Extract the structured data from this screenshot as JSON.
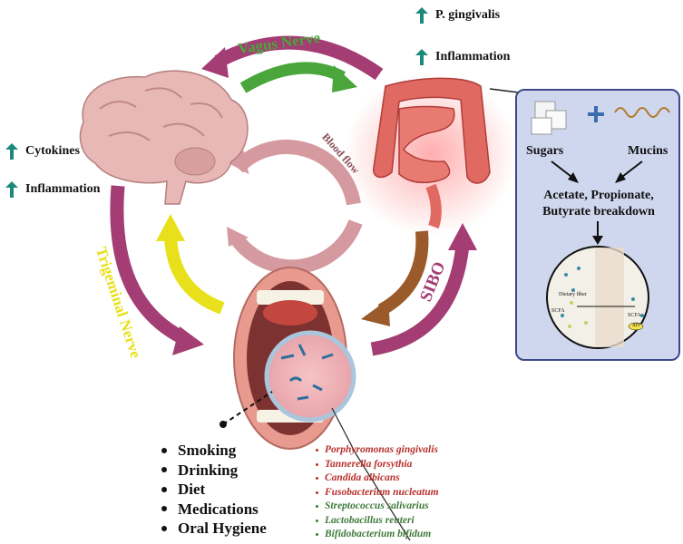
{
  "labels": {
    "vagus_nerve": "Vagus Nerve",
    "blood_flow": "Blood flow",
    "trigeminal_nerve": "Trigeminal Nerve",
    "sibo": "SIBO"
  },
  "gut_effects": [
    {
      "text": "P. gingivalis"
    },
    {
      "text": "Inflammation"
    }
  ],
  "brain_effects": [
    {
      "text": "Cytokines"
    },
    {
      "text": "Inflammation"
    }
  ],
  "panel": {
    "sugars": "Sugars",
    "mucins": "Mucins",
    "breakdown_line1": "Acetate, Propionate,",
    "breakdown_line2": "Butyrate breakdown",
    "inset_dietary_fiber": "Dietary fiber",
    "inset_scfa_left": "SCFA",
    "inset_scfa_right": "SCFA",
    "inset_atp": "ATP"
  },
  "risk_factors": [
    "Smoking",
    "Drinking",
    "Diet",
    "Medications",
    "Oral Hygiene"
  ],
  "microbes": [
    {
      "name": "Porphyromonas gingivalis",
      "color": "#b8312f"
    },
    {
      "name": "Tannerella forsythia",
      "color": "#b8312f"
    },
    {
      "name": "Candida albicans",
      "color": "#b8312f"
    },
    {
      "name": "Fusobacterium nucleatum",
      "color": "#b8312f"
    },
    {
      "name": "Streptococcus salivarius",
      "color": "#3f7a3a"
    },
    {
      "name": "Lactobacillus reuteri",
      "color": "#3f7a3a"
    },
    {
      "name": "Bifidobacterium bifidum",
      "color": "#3f7a3a"
    }
  ],
  "colors": {
    "vagus_arrow": "#4aa63b",
    "outer_arrow": "#a33d73",
    "trigeminal_arrow": "#e8e01a",
    "sibo_arrow": "#9a5a2a",
    "blood_flow_ring": "#d59aa0",
    "up_arrow": "#1b8a7c",
    "panel_bg": "#cfd7ee",
    "panel_border": "#3c4a8a"
  }
}
